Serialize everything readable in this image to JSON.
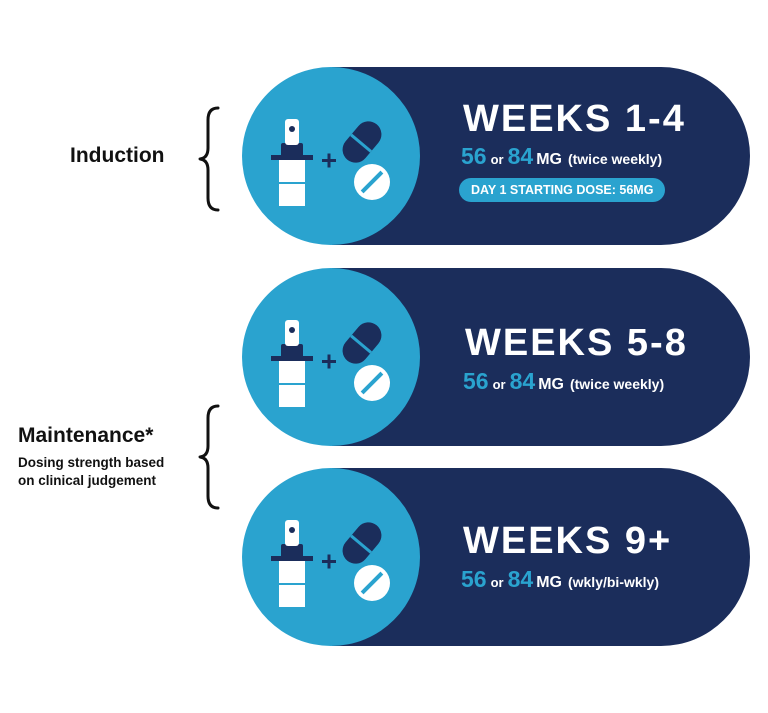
{
  "induction": {
    "label": "Induction"
  },
  "maintenance": {
    "label": "Maintenance*",
    "note": "Dosing strength based on clinical judgement"
  },
  "phases": [
    {
      "title": "WEEKS 1-4",
      "dose_low": "56",
      "or": "or",
      "dose_high": "84",
      "unit": "MG",
      "frequency": "(twice weekly)",
      "badge": "DAY 1 STARTING DOSE: 56MG"
    },
    {
      "title": "WEEKS 5-8",
      "dose_low": "56",
      "or": "or",
      "dose_high": "84",
      "unit": "MG",
      "frequency": "(twice weekly)"
    },
    {
      "title": "WEEKS 9+",
      "dose_low": "56",
      "or": "or",
      "dose_high": "84",
      "unit": "MG",
      "frequency": "(wkly/bi-wkly)"
    }
  ],
  "icons": [
    "nasal-spray-icon",
    "plus-icon",
    "capsule-icon",
    "tablet-icon"
  ],
  "colors": {
    "navy": "#1b2d5b",
    "accent": "#2aa3cf",
    "text": "#111111",
    "white": "#ffffff"
  }
}
